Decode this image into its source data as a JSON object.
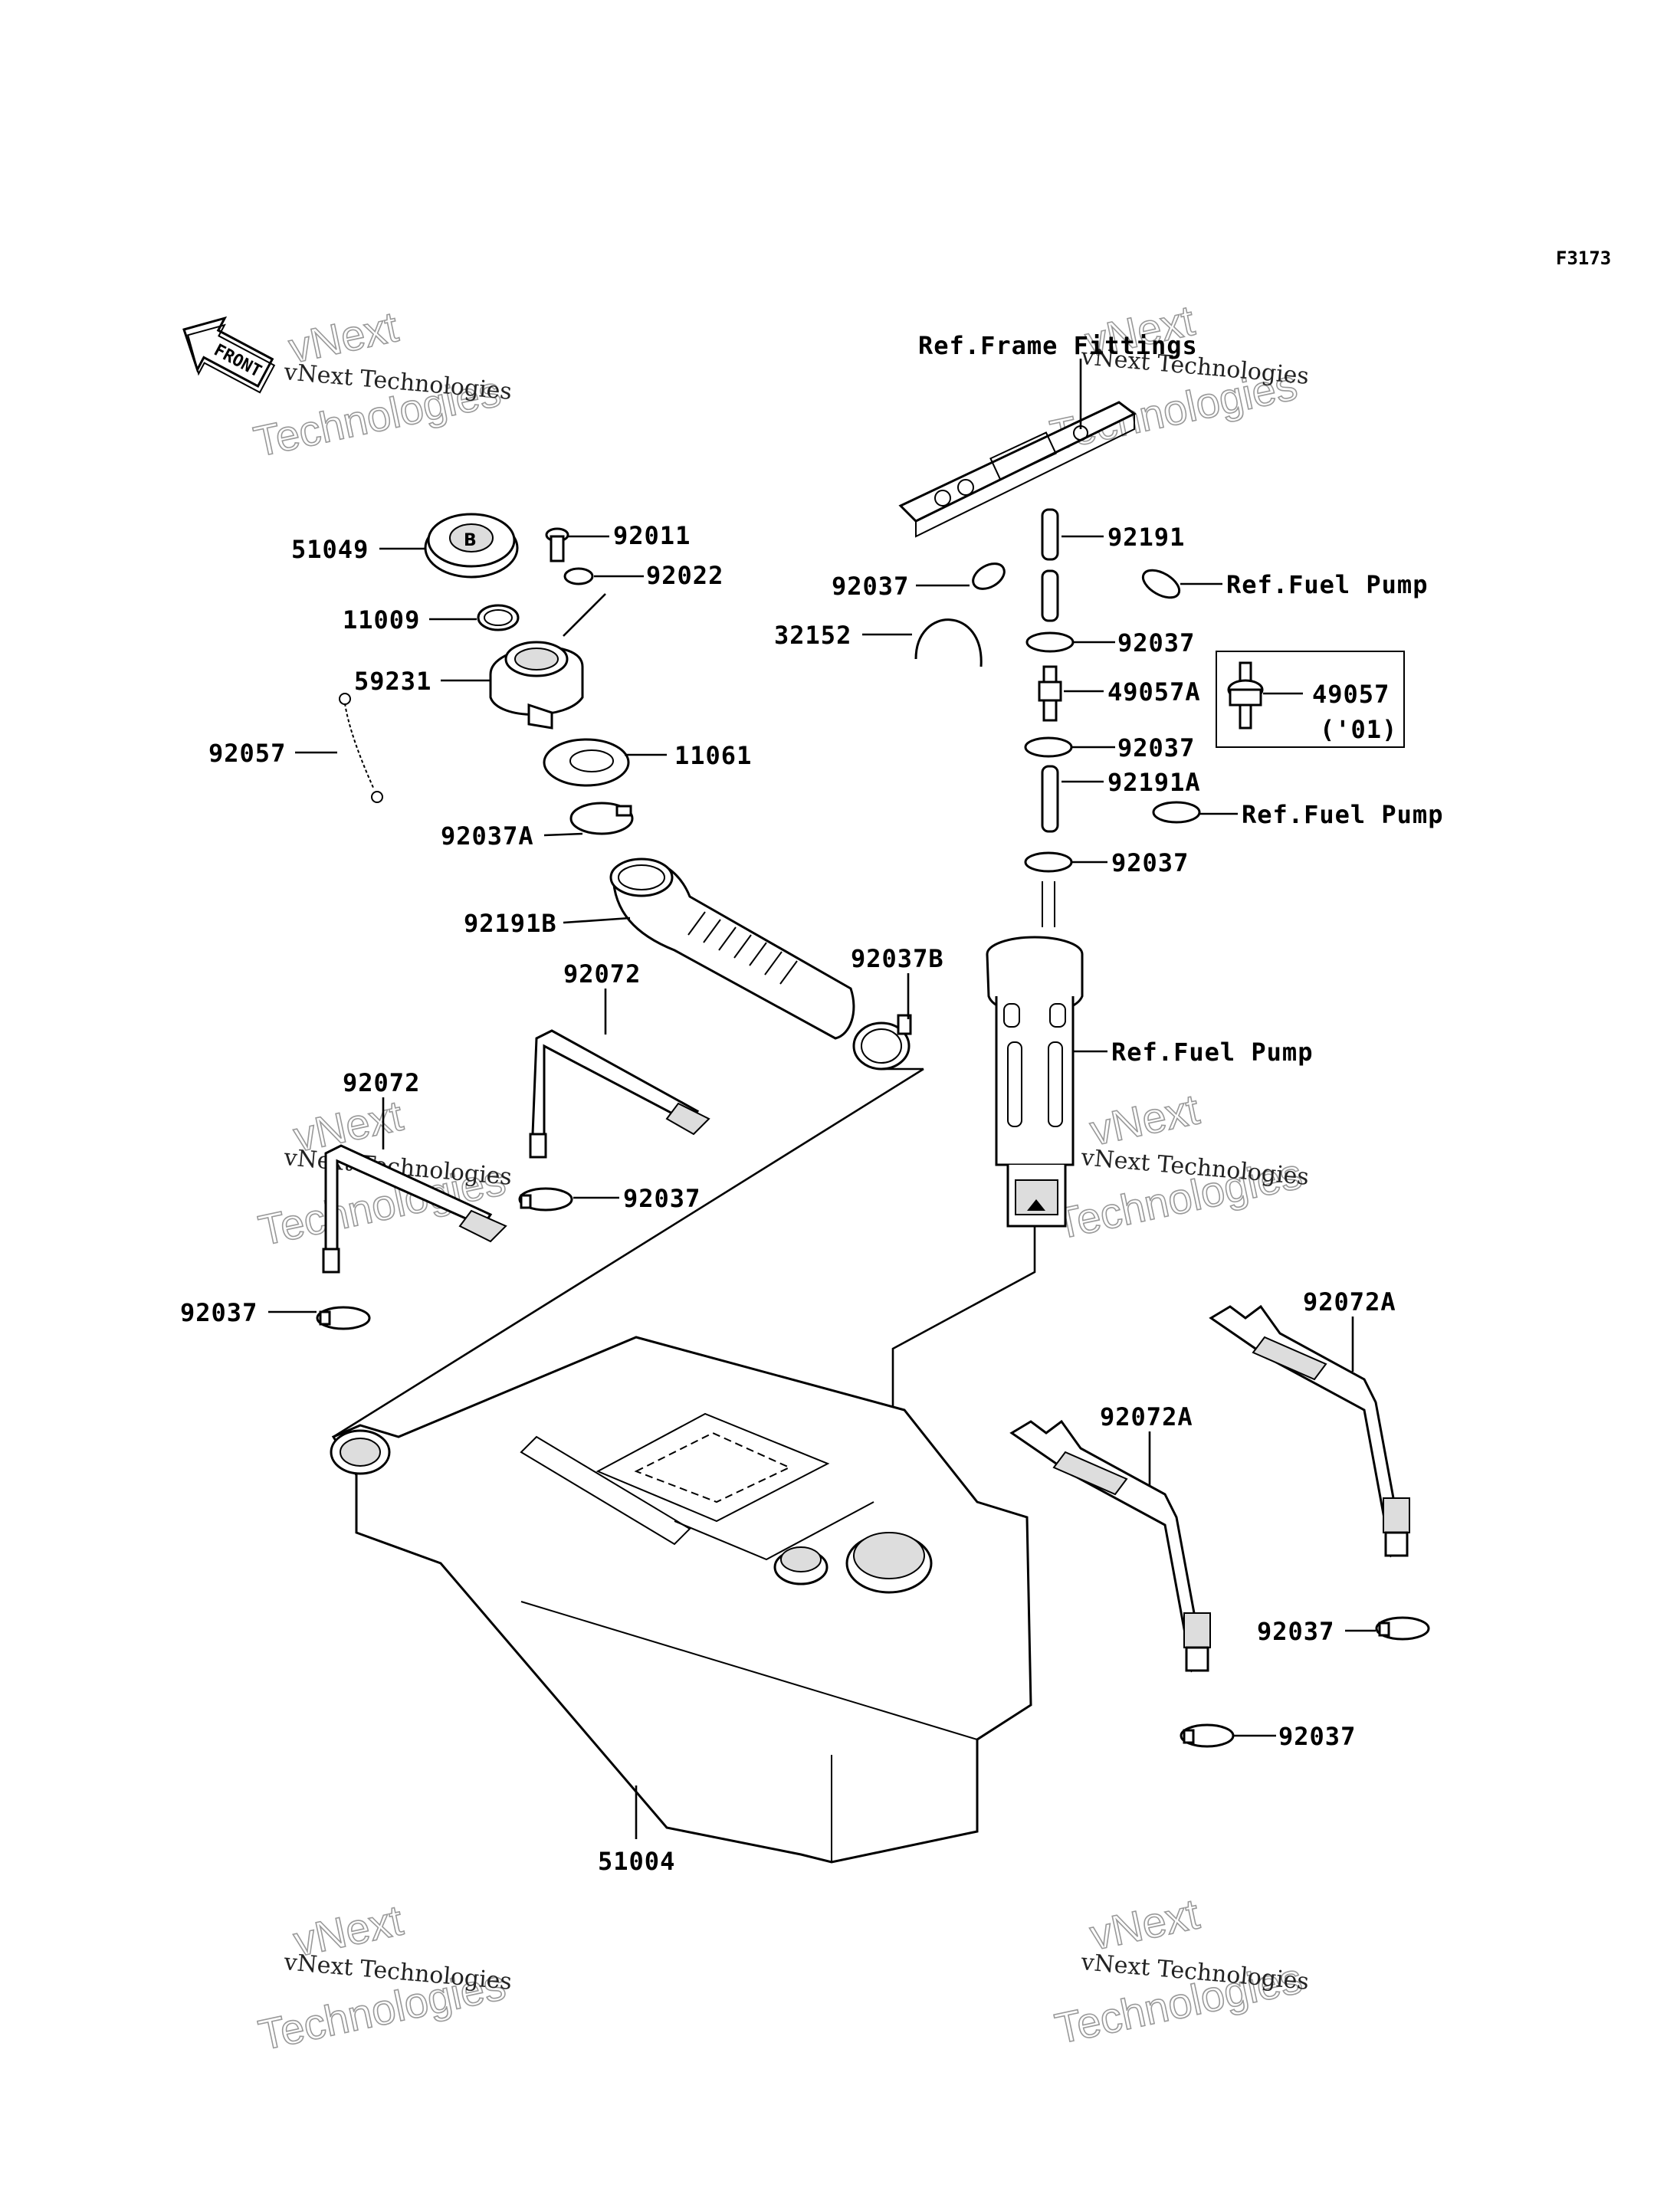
{
  "diagram_code": "F3173",
  "front_arrow": {
    "label": "FRONT",
    "icon": "front-arrow-icon"
  },
  "labels": {
    "ref_frame_fittings": "Ref.Frame Fittings",
    "ref_fuel_pump_1": "Ref.Fuel Pump",
    "ref_fuel_pump_2": "Ref.Fuel Pump",
    "ref_fuel_pump_3": "Ref.Fuel Pump",
    "p51049": "51049",
    "p92011": "92011",
    "p92022": "92022",
    "p11009": "11009",
    "p59231": "59231",
    "p92057": "92057",
    "p11061": "11061",
    "p92037A": "92037A",
    "p92191B": "92191B",
    "p92072_a": "92072",
    "p92072_b": "92072",
    "p92037_1": "92037",
    "p92037_2": "92037",
    "p92037_3": "92037",
    "p92037_4": "92037",
    "p92037_5": "92037",
    "p92037_6": "92037",
    "p92037_7": "92037",
    "p92037_8": "92037",
    "p92037B": "92037B",
    "p32152": "32152",
    "p92191": "92191",
    "p49057A": "49057A",
    "p49057": "49057",
    "p49057_year": "('01)",
    "p92191A": "92191A",
    "p92072A_1": "92072A",
    "p92072A_2": "92072A",
    "p51004": "51004"
  },
  "watermark": {
    "line1": "vNext Technologies",
    "line2": "Technologies",
    "line3": "vNext"
  }
}
